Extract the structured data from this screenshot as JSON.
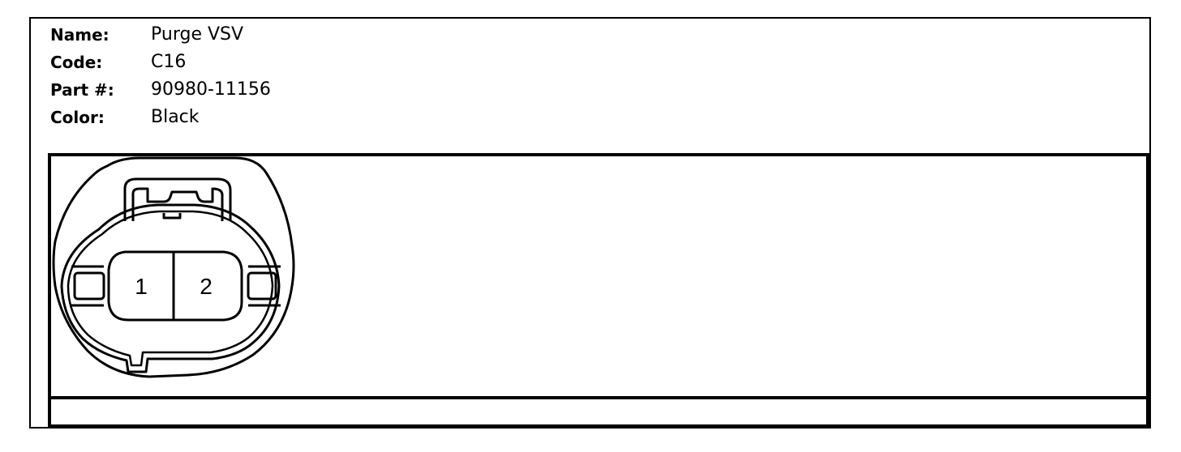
{
  "connector": {
    "name_label": "Name:",
    "name_value": "Purge VSV",
    "code_label": "Code:",
    "code_value": "C16",
    "part_label": "Part #:",
    "part_value": "90980-11156",
    "color_label": "Color:",
    "color_value": "Black"
  },
  "pins": [
    "1",
    "2"
  ]
}
